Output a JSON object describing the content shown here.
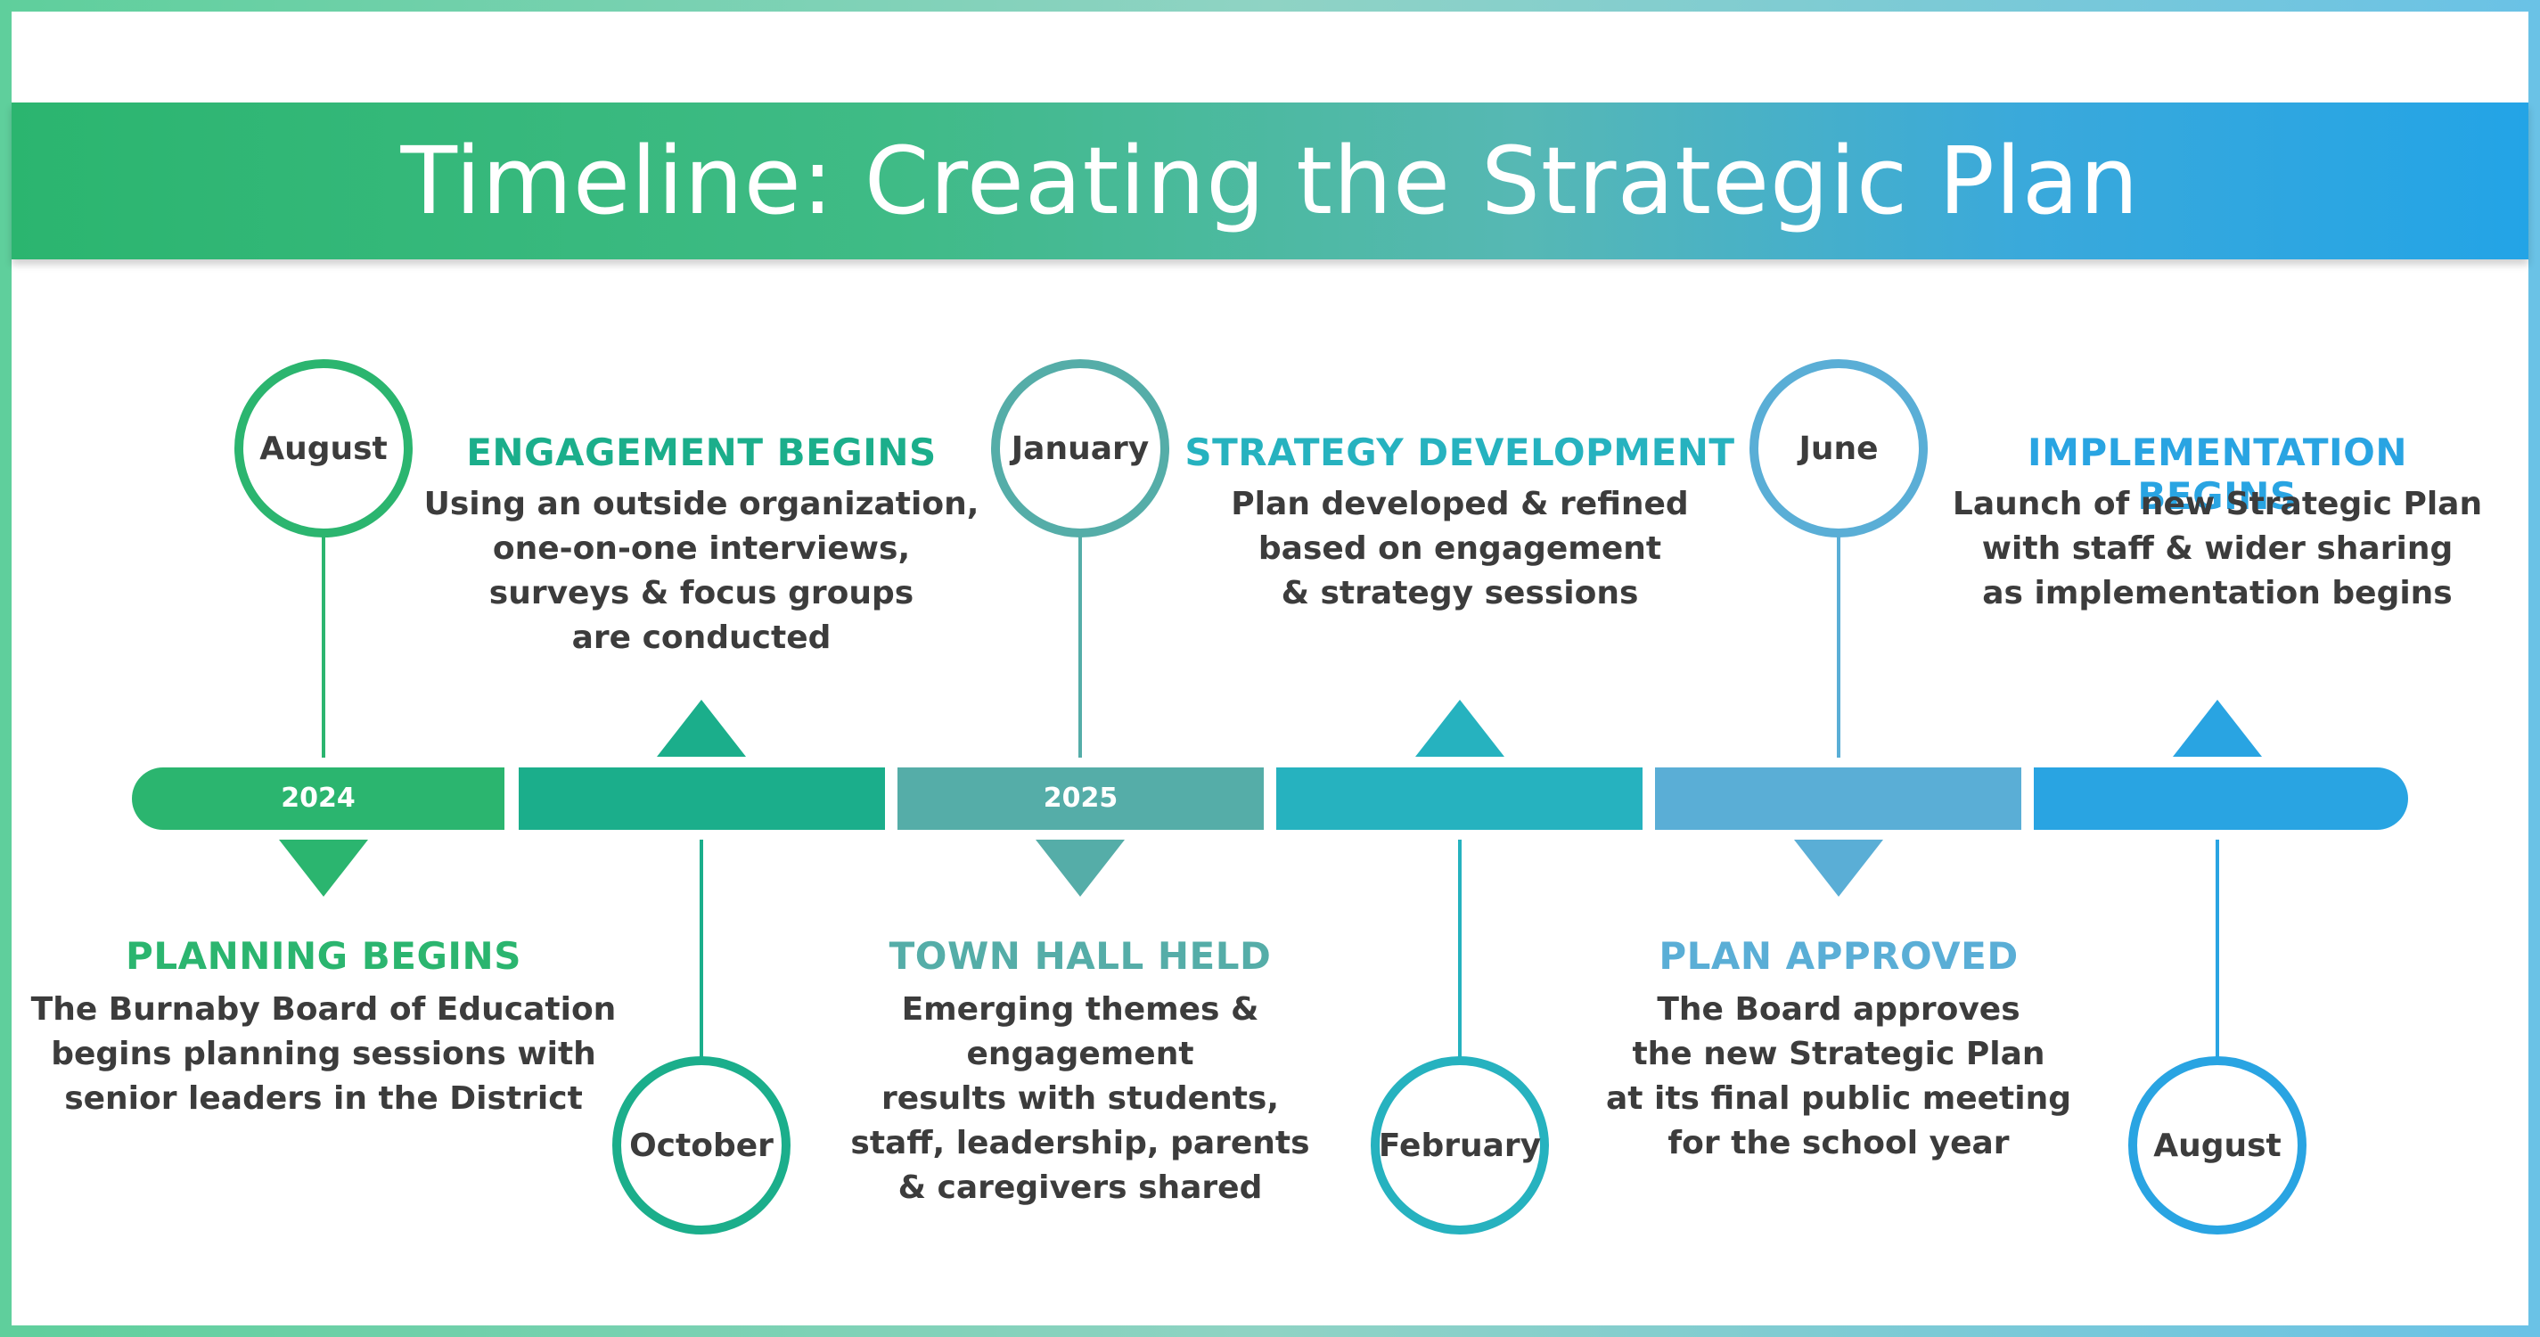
{
  "title": "Timeline: Creating the Strategic Plan",
  "colors": {
    "green": "#2bb56f",
    "teal_green": "#1bae8b",
    "teal": "#55ada8",
    "cyan": "#26b2bf",
    "light_blue": "#5aaed6",
    "blue": "#29a4e2",
    "text": "#3c3c3c"
  },
  "years": [
    "2024",
    "2025"
  ],
  "milestones": [
    {
      "month": "August",
      "heading": "PLANNING BEGINS",
      "description": "The Burnaby Board of Education\nbegins planning sessions with\nsenior leaders in the District"
    },
    {
      "month": "October",
      "heading": "ENGAGEMENT BEGINS",
      "description": "Using an outside organization,\none-on-one interviews,\nsurveys & focus groups\nare conducted"
    },
    {
      "month": "January",
      "heading": "TOWN HALL HELD",
      "description": "Emerging themes & engagement\nresults with students,\nstaff, leadership, parents\n& caregivers shared"
    },
    {
      "month": "February",
      "heading": "STRATEGY DEVELOPMENT",
      "description": "Plan developed & refined\nbased on engagement\n& strategy sessions"
    },
    {
      "month": "June",
      "heading": "PLAN APPROVED",
      "description": "The Board approves\nthe new Strategic Plan\nat its final public meeting\nfor the school year"
    },
    {
      "month": "August",
      "heading": "IMPLEMENTATION BEGINS",
      "description": "Launch of new Strategic Plan\nwith staff & wider sharing\nas implementation begins"
    }
  ]
}
